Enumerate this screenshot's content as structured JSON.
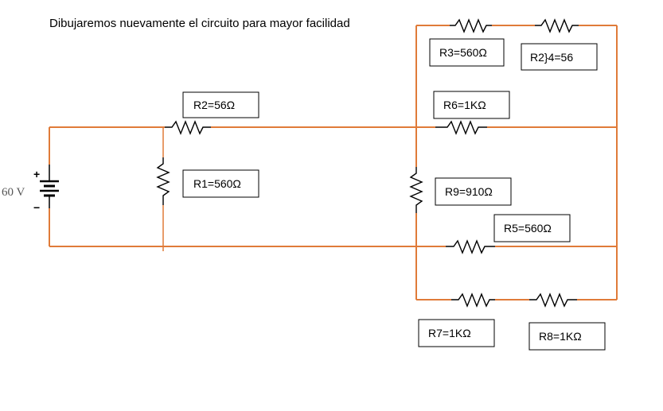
{
  "title": "Dibujaremos nuevamente el circuito para mayor facilidad",
  "source": {
    "voltage_label": "60 V",
    "plus": "+",
    "minus": "−"
  },
  "labels": {
    "r1": "R1=560Ω",
    "r2": "R2=56Ω",
    "r3": "R3=560Ω",
    "r4": "R2}4=56",
    "r5": "R5=560Ω",
    "r6": "R6=1KΩ",
    "r7": "R7=1KΩ",
    "r8": "R8=1KΩ",
    "r9": "R9=910Ω"
  },
  "colors": {
    "wire": "#e07b39",
    "resistor": "#000000"
  }
}
